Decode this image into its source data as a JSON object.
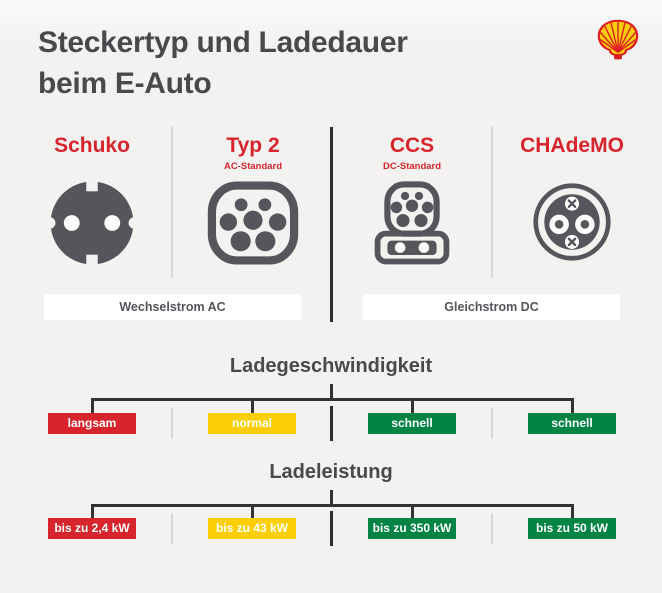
{
  "header": {
    "title_line1": "Steckertyp und Ladedauer",
    "title_line2": "beim E-Auto",
    "brand": "Shell"
  },
  "connectors": {
    "items": [
      {
        "name": "Schuko",
        "icon": "schuko-plug-icon"
      },
      {
        "name": "Typ 2",
        "subtitle": "AC-Standard",
        "icon": "typ2-plug-icon"
      },
      {
        "name": "CCS",
        "subtitle": "DC-Standard",
        "icon": "ccs-plug-icon"
      },
      {
        "name": "CHAdeMO",
        "icon": "chademo-plug-icon"
      }
    ],
    "groups": [
      {
        "label": "Wechselstrom AC"
      },
      {
        "label": "Gleichstrom DC"
      }
    ]
  },
  "speed_section": {
    "title": "Ladegeschwindigkeit",
    "items": [
      {
        "label": "langsam",
        "color": "#d8242c"
      },
      {
        "label": "normal",
        "color": "#fbce07"
      },
      {
        "label": "schnell",
        "color": "#008443"
      },
      {
        "label": "schnell",
        "color": "#008443"
      }
    ]
  },
  "power_section": {
    "title": "Ladeleistung",
    "items": [
      {
        "label": "bis zu 2,4 kW",
        "color": "#d8242c"
      },
      {
        "label": "bis zu 43 kW",
        "color": "#fbce07"
      },
      {
        "label": "bis zu 350 kW",
        "color": "#008443"
      },
      {
        "label": "bis zu 50 kW",
        "color": "#008443"
      }
    ]
  },
  "colors": {
    "background": "#f3f2f0",
    "dark_gray": "#54565b",
    "title_gray": "#47494d",
    "red": "#d8242c",
    "yellow": "#fbce07",
    "green": "#008443",
    "tree_line": "#333333",
    "divider_light": "#d9d8d6",
    "bar_white": "#ffffff",
    "shell_red": "#dd1d21",
    "shell_yellow": "#fbce07"
  }
}
